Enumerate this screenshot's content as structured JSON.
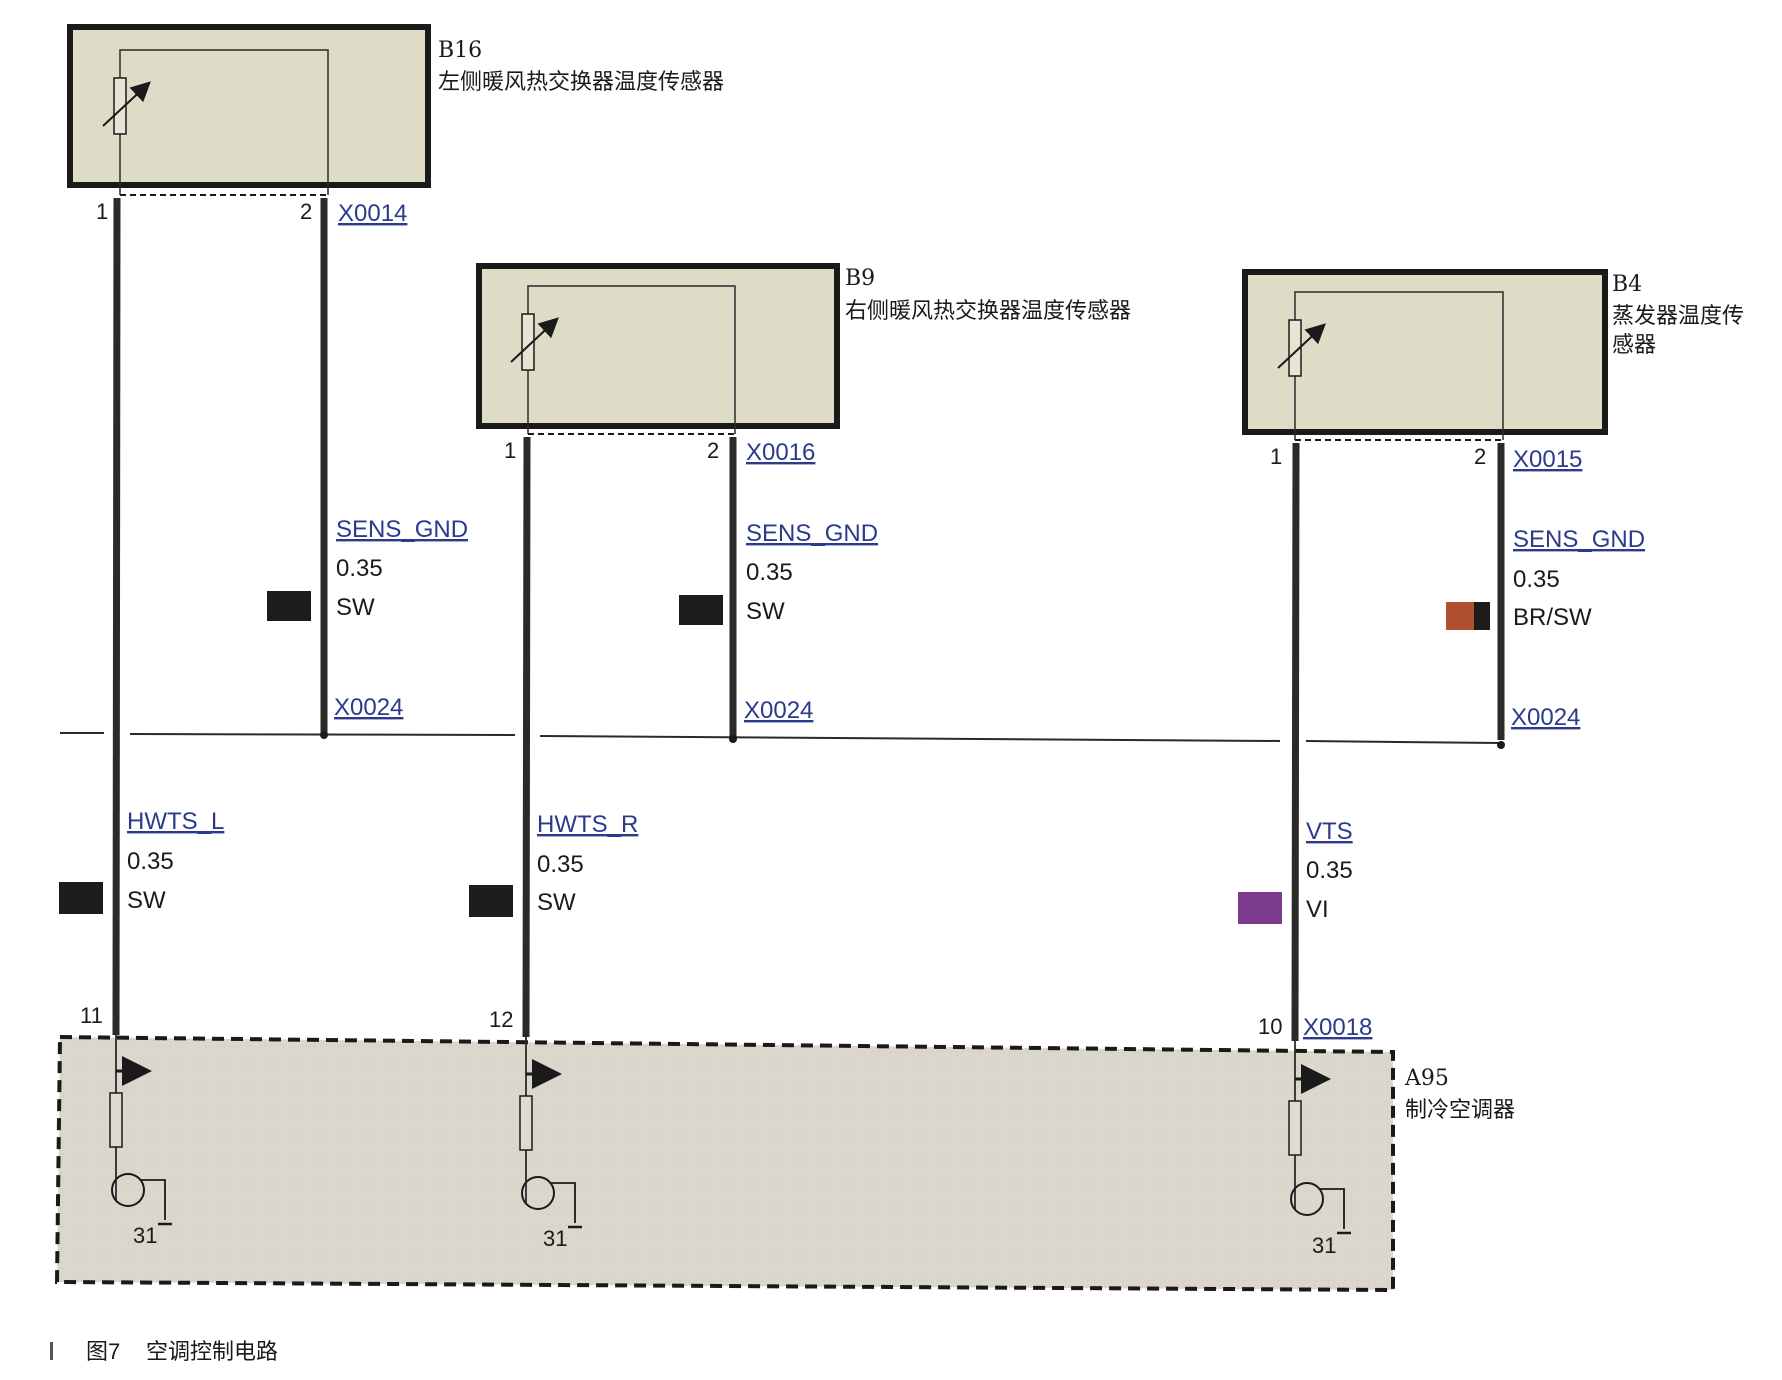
{
  "figure": {
    "number": "图7",
    "caption": "空调控制电路"
  },
  "components": {
    "b16": {
      "id": "B16",
      "name": "左侧暖风热交换器温度传感器",
      "pin1": "1",
      "pin2": "2",
      "connector": "X0014"
    },
    "b9": {
      "id": "B9",
      "name": "右侧暖风热交换器温度传感器",
      "pin1": "1",
      "pin2": "2",
      "connector": "X0016"
    },
    "b4": {
      "id": "B4",
      "name_line1": "蒸发器温度传",
      "name_line2": "感器",
      "pin1": "1",
      "pin2": "2",
      "connector": "X0015"
    },
    "a95": {
      "id": "A95",
      "name": "制冷空调器"
    }
  },
  "ground_wires": [
    {
      "signal": "SENS_GND",
      "size": "0.35",
      "color_code": "SW",
      "swatch": [
        "#1c1c1c",
        "#1c1c1c"
      ],
      "splice": "X0024"
    },
    {
      "signal": "SENS_GND",
      "size": "0.35",
      "color_code": "SW",
      "swatch": [
        "#1c1c1c",
        "#1c1c1c"
      ],
      "splice": "X0024"
    },
    {
      "signal": "SENS_GND",
      "size": "0.35",
      "color_code": "BR/SW",
      "swatch": [
        "#b0502e",
        "#1c1c1c"
      ],
      "splice": "X0024"
    }
  ],
  "signal_wires": [
    {
      "signal": "HWTS_L",
      "size": "0.35",
      "color_code": "SW",
      "swatch": "#1c1c1c",
      "pin": "11"
    },
    {
      "signal": "HWTS_R",
      "size": "0.35",
      "color_code": "SW",
      "swatch": "#1c1c1c",
      "pin": "12"
    },
    {
      "signal": "VTS",
      "size": "0.35",
      "color_code": "VI",
      "swatch": "#7d3b8f",
      "pin": "10"
    }
  ],
  "a95_connector": "X0018",
  "ground_terminals": [
    "31",
    "31",
    "31"
  ],
  "colors": {
    "sensor_fill": "#dedcc6",
    "module_fill": "#dcd7cc",
    "wire": "#2a2a2a",
    "link": "#2b3a8c"
  }
}
